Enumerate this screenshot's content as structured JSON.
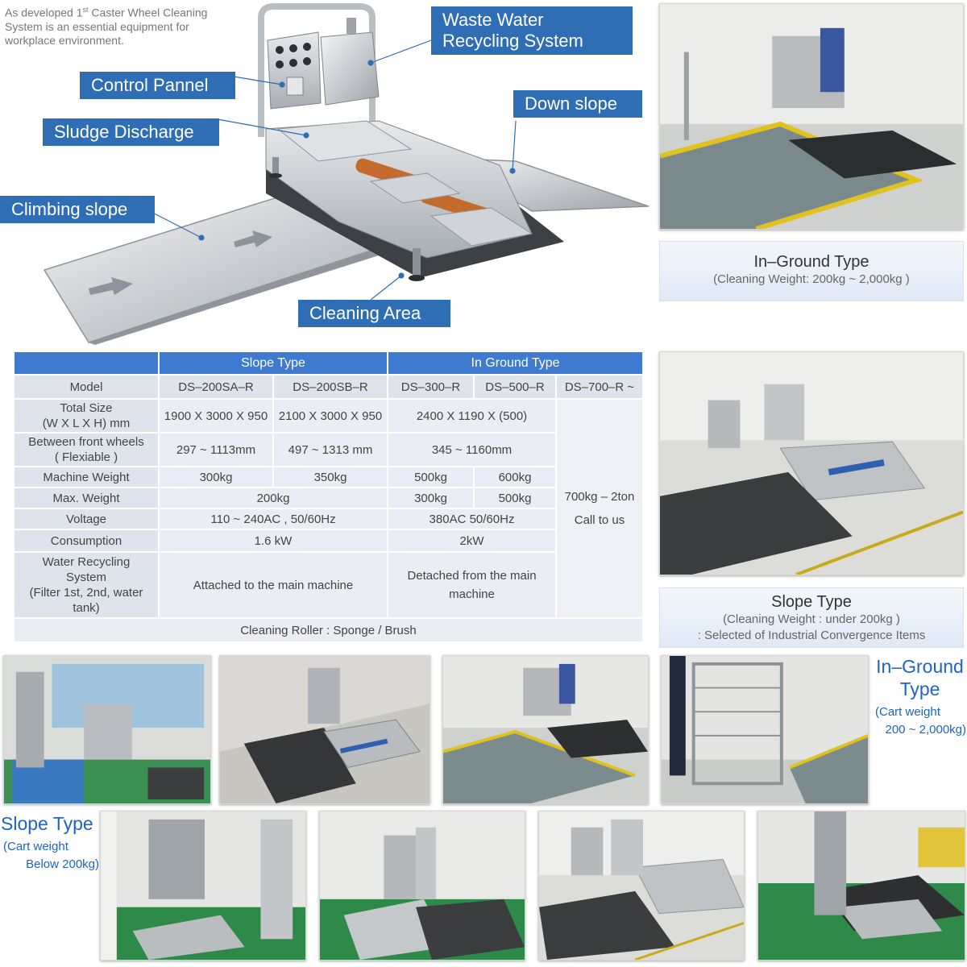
{
  "intro": {
    "pre": "As developed 1",
    "sup": "st",
    "post": " Caster Wheel Cleaning System is an essential equipment for workplace environment."
  },
  "callouts": {
    "waste_water": "Waste Water Recycling System",
    "control_pannel": "Control Pannel",
    "down_slope": "Down slope",
    "sludge_discharge": "Sludge Discharge",
    "climbing_slope": "Climbing slope",
    "cleaning_area": "Cleaning Area"
  },
  "captions": {
    "in_ground": {
      "title": "In–Ground Type",
      "sub": "(Cleaning Weight: 200kg ~ 2,000kg )"
    },
    "slope": {
      "title": "Slope Type",
      "sub1": "(Cleaning Weight :  under 200kg )",
      "sub2": ": Selected of Industrial Convergence Items"
    }
  },
  "side_labels": {
    "in_ground": {
      "line1": "In–Ground",
      "line2": "Type",
      "line3": "(Cart weight",
      "line4": "200 ~ 2,000kg)"
    },
    "slope": {
      "line1": "Slope Type",
      "line2": "(Cart weight",
      "line3": "Below 200kg)"
    }
  },
  "table": {
    "group_headers": {
      "slope": "Slope Type",
      "in_ground": "In Ground Type"
    },
    "model_label": "Model",
    "models": [
      "DS–200SA–R",
      "DS–200SB–R",
      "DS–300–R",
      "DS–500–R",
      "DS–700–R ~"
    ],
    "size_label1": "Total Size",
    "size_label2": "(W X L X H) mm",
    "size": [
      "1900 X 3000 X 950",
      "2100 X 3000 X 950",
      "2400 X 1190 X (500)"
    ],
    "wheels_label1": "Between front wheels",
    "wheels_label2": "( Flexiable )",
    "wheels": [
      "297 ~ 1113mm",
      "497 ~ 1313 mm",
      "345 ~ 1160mm"
    ],
    "machine_weight_label": "Machine Weight",
    "machine_weight": [
      "300kg",
      "350kg",
      "500kg",
      "600kg"
    ],
    "max_weight_label": "Max. Weight",
    "max_weight": [
      "200kg",
      "300kg",
      "500kg"
    ],
    "voltage_label": "Voltage",
    "voltage": [
      "110 ~ 240AC ,  50/60Hz",
      "380AC  50/60Hz"
    ],
    "consumption_label": "Consumption",
    "consumption": [
      "1.6 kW",
      "2kW"
    ],
    "water_label1": "Water Recycling",
    "water_label2": "System",
    "water_label3": "(Filter 1st, 2nd,  water",
    "water_label4": "tank)",
    "water_slope": "Attached to the main machine",
    "water_ground1": "Detached from the main",
    "water_ground2": "machine",
    "big_line1": "700kg – 2ton",
    "big_line2": "Call to us",
    "roller": "Cleaning Roller : Sponge / Brush"
  },
  "colors": {
    "callout_blue": "#2f6eb5",
    "table_header_blue": "#3d7ad0",
    "label_blue": "#1e63c8",
    "floor_green": "#2f8a4a"
  }
}
